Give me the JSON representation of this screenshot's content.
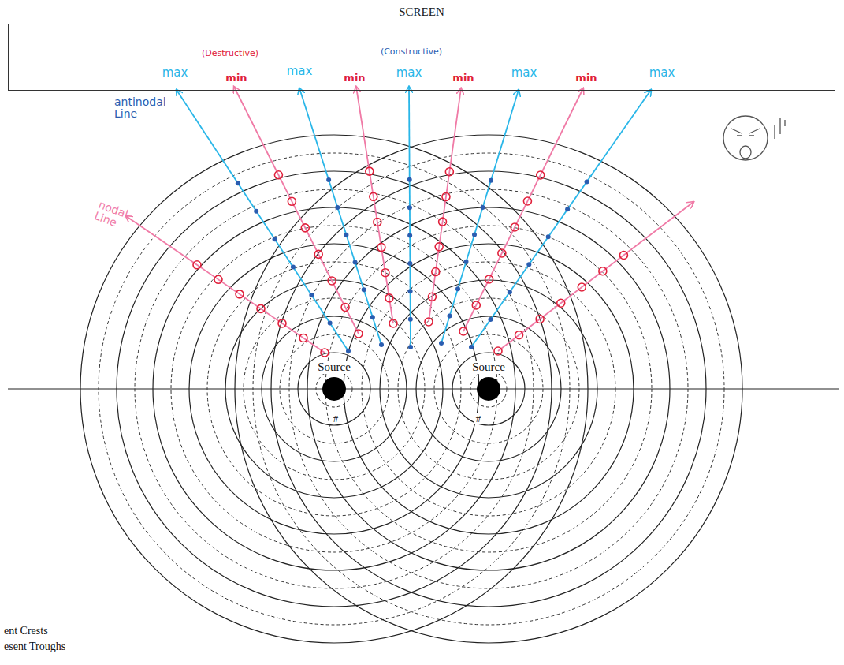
{
  "diagram": {
    "nodes": [
      {
        "text": [
          "SCREEN"
        ]
      }
    ],
    "labels": [
      "(Destructive)",
      "(Constructive)",
      "max",
      "min",
      "max",
      "min",
      "max",
      "min",
      "max",
      "min",
      "max",
      "antinodal Line",
      "nodal Line",
      "Source",
      "Source",
      "#",
      "#",
      "ent Crests",
      "esent Troughs"
    ]
  }
}
